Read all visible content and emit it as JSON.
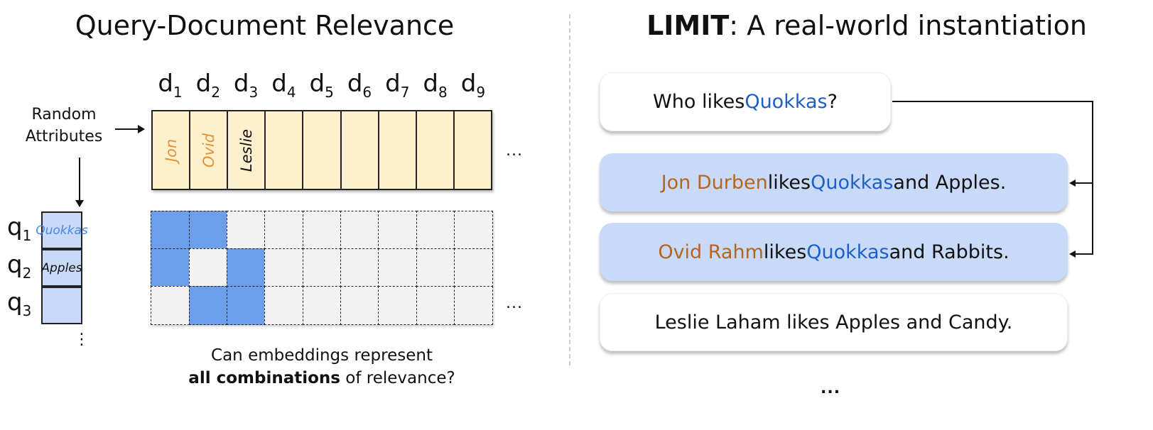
{
  "left": {
    "title": "Query-Document Relevance",
    "random_attributes_label": [
      "Random",
      "Attributes"
    ],
    "documents": [
      "d",
      "d",
      "d",
      "d",
      "d",
      "d",
      "d",
      "d",
      "d"
    ],
    "document_indices": [
      "1",
      "2",
      "3",
      "4",
      "5",
      "6",
      "7",
      "8",
      "9"
    ],
    "attributes": [
      {
        "text": "Jon",
        "color": "#e69138"
      },
      {
        "text": "Ovid",
        "color": "#e69138"
      },
      {
        "text": "Leslie",
        "color": "#111111"
      },
      {
        "text": ""
      },
      {
        "text": ""
      },
      {
        "text": ""
      },
      {
        "text": ""
      },
      {
        "text": ""
      },
      {
        "text": ""
      }
    ],
    "queries": [
      {
        "label": "q",
        "index": "1",
        "attribute": "Quokkas",
        "color": "#4a86e8"
      },
      {
        "label": "q",
        "index": "2",
        "attribute": "Apples",
        "color": "#111111"
      },
      {
        "label": "q",
        "index": "3",
        "attribute": "",
        "color": "#111111"
      }
    ],
    "relevance_matrix": [
      [
        1,
        1,
        0,
        0,
        0,
        0,
        0,
        0,
        0
      ],
      [
        1,
        0,
        1,
        0,
        0,
        0,
        0,
        0,
        0
      ],
      [
        0,
        1,
        1,
        0,
        0,
        0,
        0,
        0,
        0
      ]
    ],
    "ellipsis": "...",
    "vertical_ellipsis": "⋮",
    "caption_line1": "Can embeddings represent",
    "caption_bold": "all combinations",
    "caption_rest": " of relevance?"
  },
  "right": {
    "title_bold": "LIMIT",
    "title_rest": ": A real-world instantiation",
    "query": {
      "pre": "Who likes ",
      "highlight": "Quokkas",
      "post": "?"
    },
    "documents": [
      {
        "name": "Jon Durben",
        "mid": " likes ",
        "highlight": "Quokkas",
        "post": " and Apples.",
        "relevant": true
      },
      {
        "name": "Ovid Rahm",
        "mid": " likes ",
        "highlight": "Quokkas",
        "post": " and Rabbits.",
        "relevant": true
      },
      {
        "name": "",
        "mid": "Leslie Laham likes Apples and Candy.",
        "highlight": "",
        "post": "",
        "relevant": false
      }
    ],
    "ellipsis": "..."
  },
  "colors": {
    "attribute_fill": "#fdf0cc",
    "relevant_fill": "#6d9eea",
    "query_fill": "#c9daf8",
    "name": "#b5651d",
    "highlight": "#1c5fc6"
  }
}
